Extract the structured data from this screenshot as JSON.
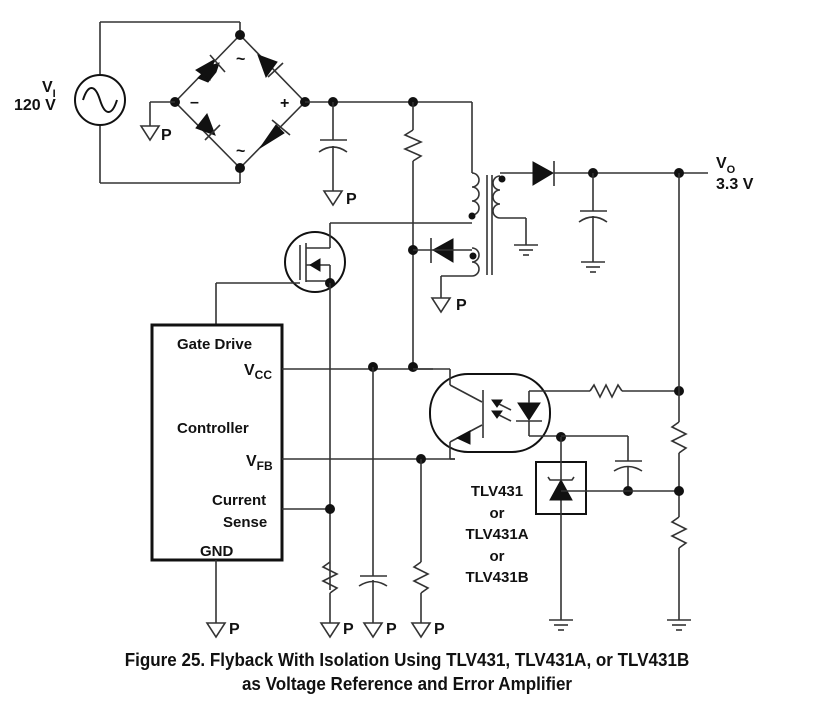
{
  "figure": {
    "caption_line1": "Figure 25.  Flyback With Isolation Using TLV431, TLV431A, or TLV431B",
    "caption_line2": "as Voltage Reference and Error Amplifier"
  },
  "source": {
    "label": "V",
    "label_sub": "I",
    "value": "120 V"
  },
  "bridge": {
    "minus": "–",
    "plus": "+",
    "ac_top": "~",
    "ac_bottom": "~"
  },
  "ground_label": "P",
  "output": {
    "label": "V",
    "label_sub": "O",
    "value": "3.3 V"
  },
  "controller": {
    "gate_drive": "Gate Drive",
    "vcc": "V",
    "vcc_sub": "CC",
    "title": "Controller",
    "vfb": "V",
    "vfb_sub": "FB",
    "current": "Current",
    "sense": "Sense",
    "gnd": "GND"
  },
  "regulator": {
    "line1": "TLV431",
    "line2": "or",
    "line3": "TLV431A",
    "line4": "or",
    "line5": "TLV431B"
  }
}
